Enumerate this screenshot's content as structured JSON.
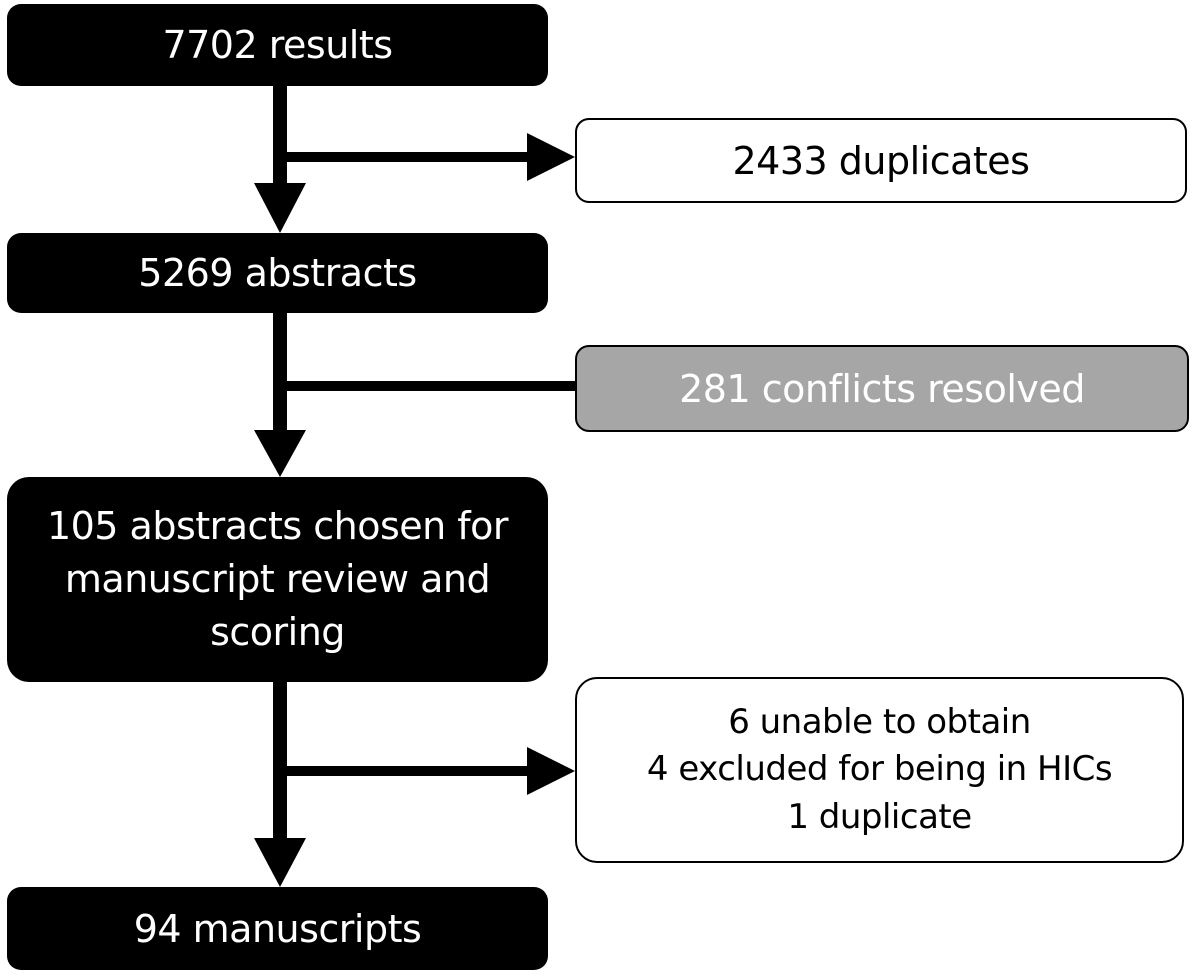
{
  "flow": {
    "results": "7702 results",
    "duplicates": "2433 duplicates",
    "abstracts": "5269 abstracts",
    "conflicts": "281 conflicts resolved",
    "chosen": [
      "105 abstracts chosen for",
      "manuscript review and",
      "scoring"
    ],
    "excluded": [
      "6 unable to obtain",
      "4 excluded for being in HICs",
      "1 duplicate"
    ],
    "manuscripts": "94 manuscripts"
  },
  "colors": {
    "dark_box": "#000000",
    "light_box": "#ffffff",
    "gray_box": "#a6a6a6",
    "arrow": "#000000"
  }
}
